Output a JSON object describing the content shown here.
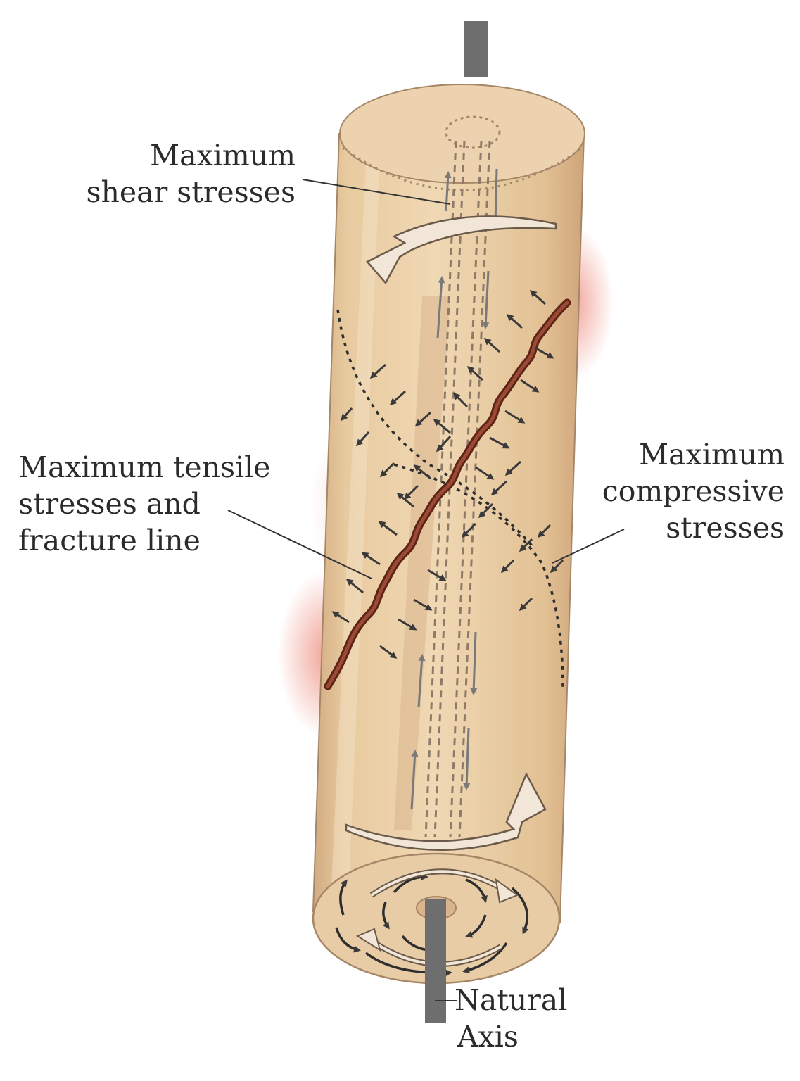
{
  "labels": {
    "shear": [
      "Maximum",
      "shear stresses"
    ],
    "tensile": [
      "Maximum tensile",
      "stresses and",
      "fracture line"
    ],
    "compressive": [
      "Maximum",
      "compressive",
      "stresses"
    ],
    "axis": [
      "Natural",
      "Axis"
    ]
  },
  "colors": {
    "bone": "#e9cda8",
    "bone_shade": "#d9b48c",
    "bone_highlight": "#f3dfc2",
    "outline": "#9b8067",
    "fracture": "#7a3524",
    "glow": "#e5553f",
    "rod": "#6e6e6e",
    "arrow": "#3a3a3a"
  }
}
